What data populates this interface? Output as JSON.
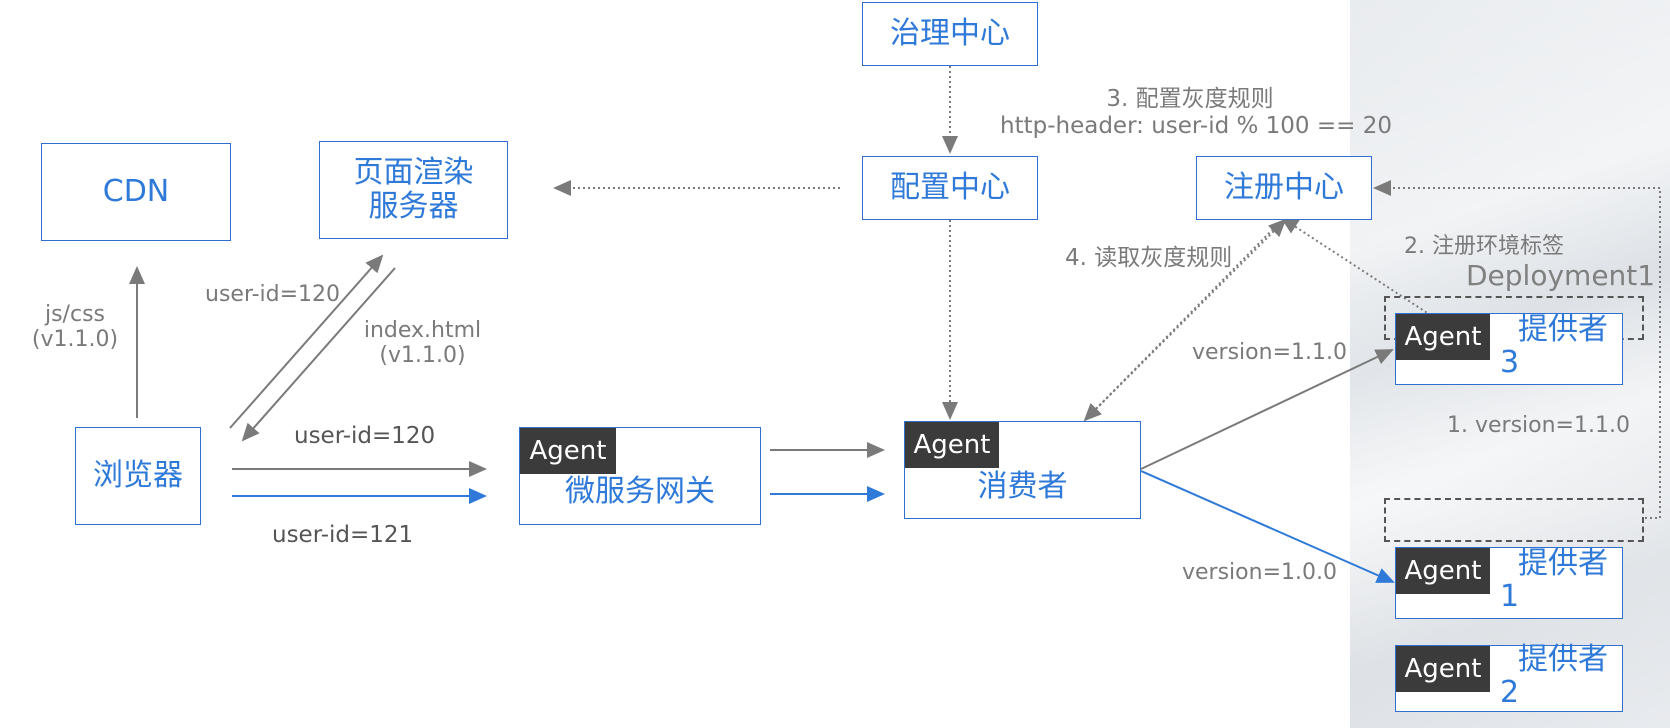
{
  "nodes": {
    "governance": "治理中心",
    "config": "配置中心",
    "registry": "注册中心",
    "cdn": "CDN",
    "render_server": [
      "页面渲染",
      "服务器"
    ],
    "browser": "浏览器",
    "gateway": "微服务网关",
    "consumer": "消费者",
    "provider3": [
      "提供者",
      "3"
    ],
    "provider1": [
      "提供者",
      "1"
    ],
    "provider2": [
      "提供者",
      "2"
    ],
    "agent": "Agent"
  },
  "labels": {
    "configure_rule": "3. 配置灰度规则",
    "rule_expr": "http-header: user-id % 100 == 20",
    "read_rule": "4. 读取灰度规则",
    "register_tag": "2. 注册环境标签",
    "deployment": "Deployment1",
    "version_tag": "1. version=1.1.0",
    "jscss": [
      "js/css",
      "(v1.1.0)"
    ],
    "render_uid": "user-id=120",
    "index_html": [
      "index.html",
      "(v1.1.0)"
    ],
    "gw_uid120": "user-id=120",
    "gw_uid121": "user-id=121",
    "ver110": "version=1.1.0",
    "ver100": "version=1.0.0"
  },
  "colors": {
    "box_border": "#2f6fcf",
    "box_text": "#2f7ad8",
    "agent_bg": "#3b3b3b",
    "gray_arrow": "#7a7a7a",
    "blue_arrow": "#2f7ad8"
  }
}
